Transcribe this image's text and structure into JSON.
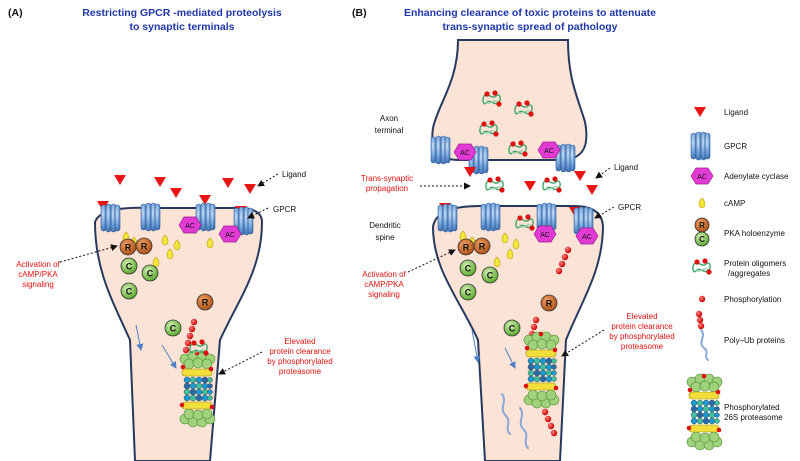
{
  "panel_a": {
    "label": "(A)",
    "title_line1": "Restricting GPCR -mediated proteolysis",
    "title_line2": "to synaptic terminals",
    "ligand_label": "Ligand",
    "gpcr_label": "GPCR",
    "activation_line1": "Activation of",
    "activation_line2": "cAMP/PKA",
    "activation_line3": "signaling",
    "clearance_line1": "Elevated",
    "clearance_line2": "protein clearance",
    "clearance_line3": "by phosphorylated",
    "clearance_line4": "proteasome",
    "ac_text": "AC",
    "r_text": "R",
    "c_text": "C"
  },
  "panel_b": {
    "label": "(B)",
    "title_line1": "Enhancing clearance of toxic proteins to attenuate",
    "title_line2": "trans-synaptic spread of pathology",
    "axon_line1": "Axon",
    "axon_line2": "terminal",
    "trans_line1": "Trans-synaptic",
    "trans_line2": "propagation",
    "ligand_label": "Ligand",
    "gpcr_label": "GPCR",
    "dendrite_line1": "Dendritic",
    "dendrite_line2": "spine",
    "activation_line1": "Activation of",
    "activation_line2": "cAMP/PKA",
    "activation_line3": "signaling",
    "clearance_line1": "Elevated",
    "clearance_line2": "protein clearance",
    "clearance_line3": "by phosphorylated",
    "clearance_line4": "proteasome"
  },
  "legend": {
    "ligand": "Ligand",
    "gpcr": "GPCR",
    "adenylate_cyclase": "Adenylate cyclase",
    "ac_text": "AC",
    "camp": "cAMP",
    "pka": "PKA holoenzyme",
    "r_text": "R",
    "c_text": "C",
    "oligomers_line1": "Protein oligomers",
    "oligomers_line2": "/aggregates",
    "phosphorylation": "Phosphorylation",
    "polyub": "Poly–Ub proteins",
    "proteasome_line1": "Phosphorylated",
    "proteasome_line2": "26S proteasome"
  },
  "colors": {
    "title_blue": "#1f36a8",
    "annotation_red": "#e01010",
    "cell_fill": "#fbe3d6",
    "cell_stroke": "#27385f",
    "ligand_red": "#e81515",
    "gpcr_blue": "#5b8fd0",
    "ac_magenta": "#e23ad4",
    "camp_yellow": "#f5e53a",
    "r_orange": "#c8611c",
    "c_green": "#6abf3c",
    "phospho_red": "#dd1111"
  }
}
